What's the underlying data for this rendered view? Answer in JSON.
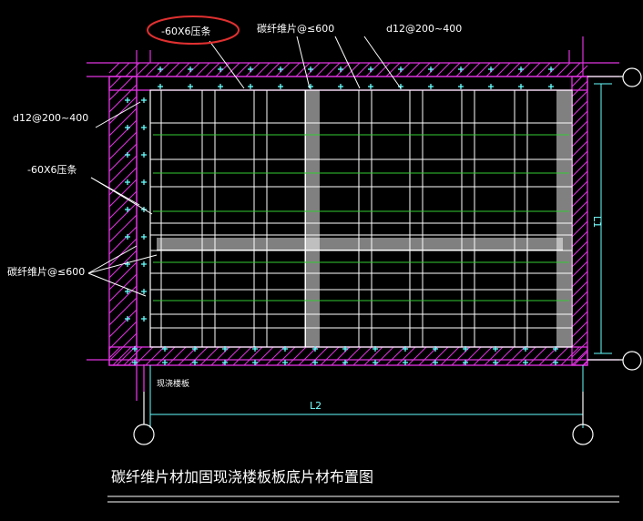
{
  "title": "碳纤维片材加固现浇楼板板底片材布置图",
  "labels": {
    "strip_top": "-60X6压条",
    "sheet_top": "碳纤维片@≤600",
    "anchor_top": "d12@200~400",
    "anchor_left": "d12@200~400",
    "strip_left": "-60X6压条",
    "sheet_left": "碳纤维片@≤600",
    "dim_l1": "L1",
    "dim_l2": "L2",
    "bottom_note": "现浇楼板"
  },
  "colors": {
    "background": "#000000",
    "beam": "#e033e0",
    "sheet": "#ffffff",
    "crossband": "#33cc33",
    "anchor": "#66ffff",
    "dimension": "#66ffff",
    "highlight": "#e03030"
  }
}
